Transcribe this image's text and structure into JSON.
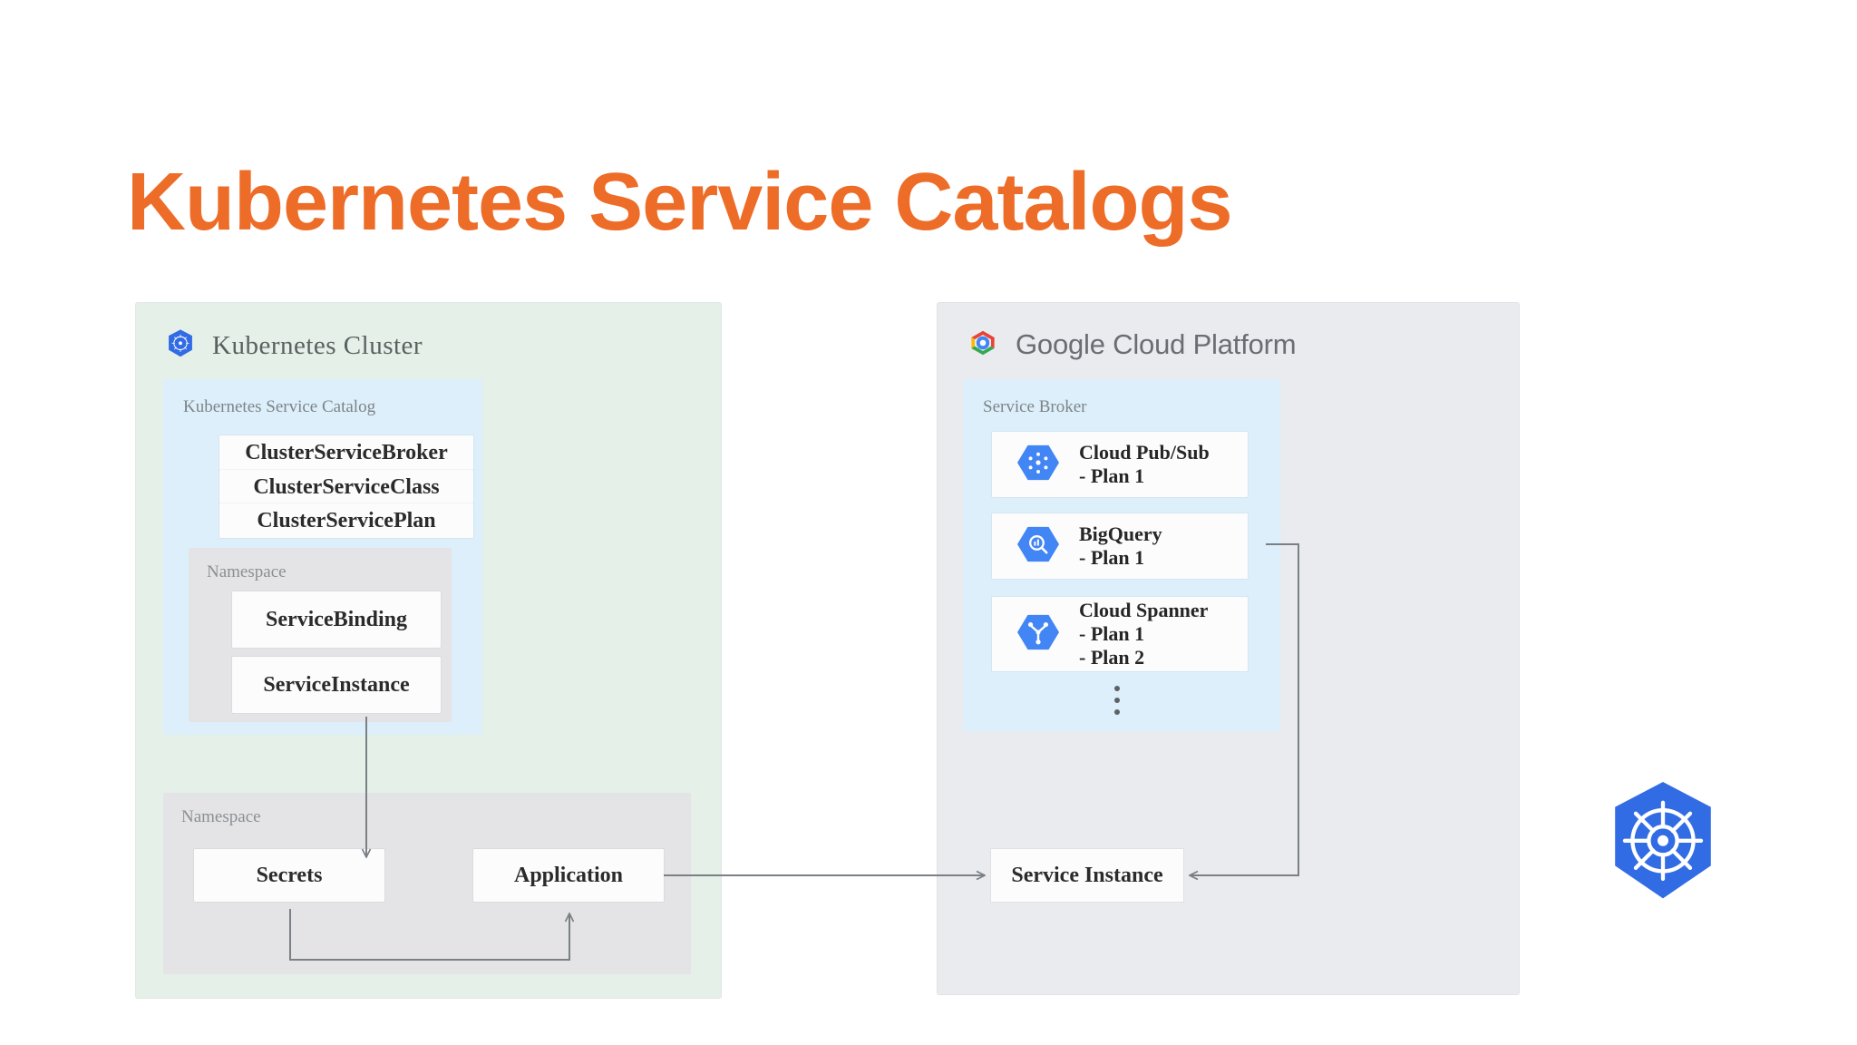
{
  "title": "Kubernetes Service Catalogs",
  "colors": {
    "title_orange": "#ED6C27",
    "k8s_blue": "#326CE5",
    "panel_green": "#E4F0E8",
    "panel_grey": "#E9EBEE",
    "box_blue": "#DCEFFA",
    "namespace_grey": "#E4E4E6",
    "card_white": "#FCFCFC",
    "wire_grey": "#7A8084"
  },
  "left_panel": {
    "header": "Kubernetes Cluster",
    "header_icon": "kubernetes-logo-icon",
    "catalog": {
      "caption": "Kubernetes Service Catalog",
      "resources": [
        "ClusterServiceBroker",
        "ClusterServiceClass",
        "ClusterServicePlan"
      ],
      "namespace": {
        "caption": "Namespace",
        "resources": [
          "ServiceBinding",
          "ServiceInstance"
        ]
      }
    },
    "lower_namespace": {
      "caption": "Namespace",
      "resources": [
        "Secrets",
        "Application"
      ]
    }
  },
  "right_panel": {
    "header": "Google Cloud Platform",
    "header_icon": "google-cloud-logo-icon",
    "broker": {
      "caption": "Service Broker",
      "services": [
        {
          "name": "Cloud Pub/Sub",
          "icon": "cloud-pubsub-icon",
          "plans": [
            "- Plan 1"
          ]
        },
        {
          "name": "BigQuery",
          "icon": "bigquery-icon",
          "plans": [
            "- Plan 1"
          ]
        },
        {
          "name": "Cloud Spanner",
          "icon": "cloud-spanner-icon",
          "plans": [
            "- Plan 1",
            "- Plan 2"
          ]
        }
      ],
      "more_indicator": "vertical-ellipsis"
    },
    "service_instance": "Service Instance"
  },
  "watermark": {
    "icon": "kubernetes-wheel-icon"
  }
}
